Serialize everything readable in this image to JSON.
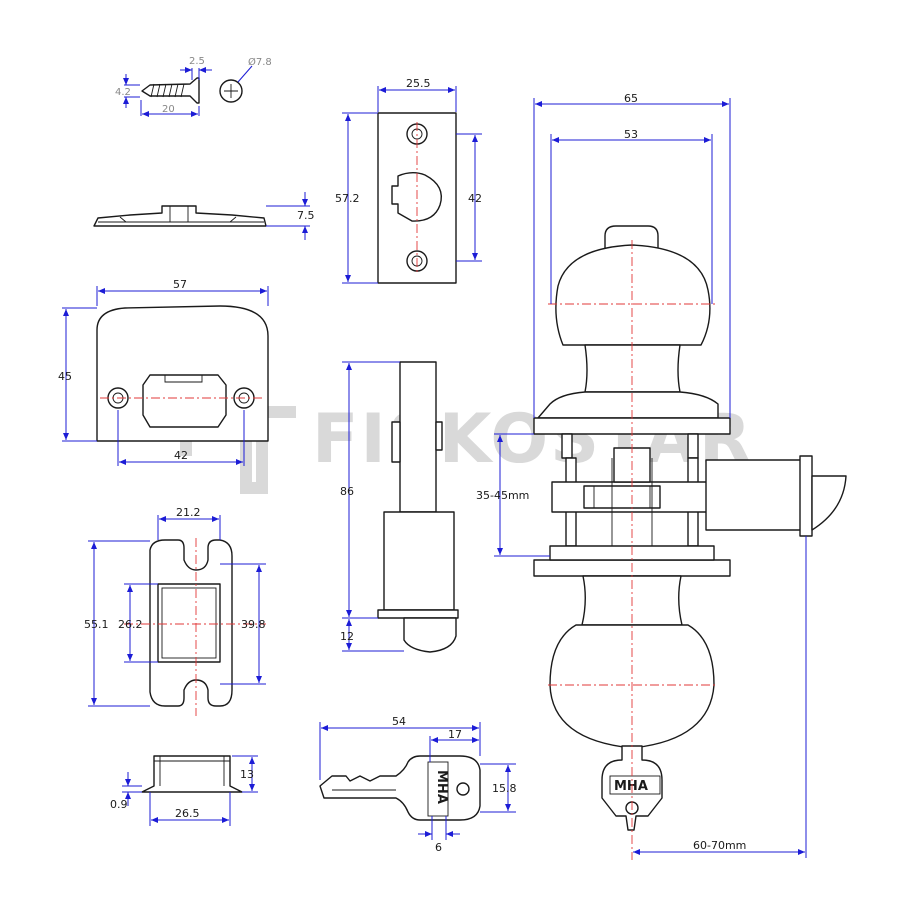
{
  "watermark": {
    "brand": "FISKOSTAR"
  },
  "screw": {
    "length": "20",
    "head_thickness": "2.5",
    "shank_diameter": "4.2",
    "head_diameter": "Ø7.8"
  },
  "strike_side_profile": {
    "height": "7.5"
  },
  "strike_plate": {
    "width": "57",
    "height": "45",
    "hole_spacing": "42"
  },
  "latch_faceplate": {
    "width": "25.5",
    "height": "57.2",
    "hole_spacing": "42"
  },
  "latch_side": {
    "length": "86",
    "bolt_projection": "12"
  },
  "rose_plate": {
    "width": "21.2",
    "height": "55.1",
    "window_height": "26.2",
    "outer_height": "39.8"
  },
  "rose_profile": {
    "height": "13",
    "width": "26.5",
    "lip": "0.9"
  },
  "key": {
    "length": "54",
    "head_width": "17",
    "head_height": "15.8",
    "hole": "6",
    "brand_text": "MHA"
  },
  "assembly": {
    "rose_width": "65",
    "knob_width": "53",
    "door_thickness": "35-45mm",
    "backset": "60-70mm"
  },
  "colors": {
    "dimension": "#1c1cd6",
    "centerline": "#e23838",
    "outline": "#1a1a1a",
    "watermark": "#b9b9b9"
  }
}
